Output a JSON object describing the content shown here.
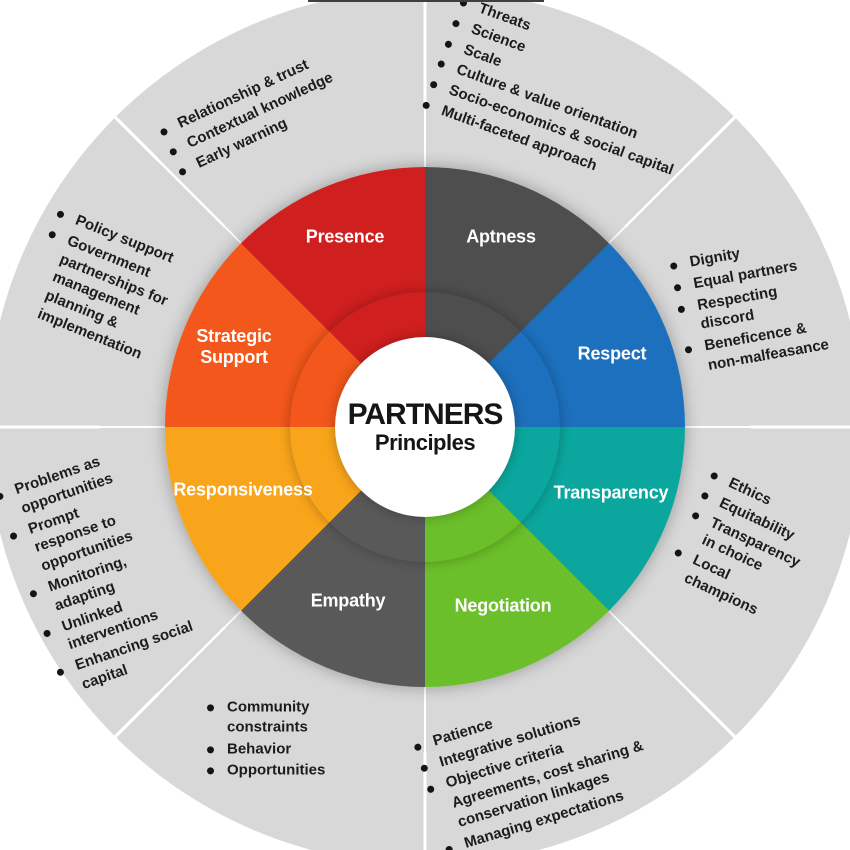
{
  "center": {
    "title": "PARTNERS",
    "subtitle": "Principles"
  },
  "colors": {
    "outer_ring": "#d8d8d8",
    "divider": "#ffffff",
    "background": "#ffffff",
    "note_text": "#1c1c1c",
    "label_text": "#ffffff"
  },
  "sectors": [
    {
      "label": "Aptness",
      "color": "#4e4e4e",
      "items": [
        {
          "text": "Threats",
          "bullet": true
        },
        {
          "text": "Science",
          "bullet": true
        },
        {
          "text": "Scale",
          "bullet": true
        },
        {
          "text": "Culture & value orientation",
          "bullet": true
        },
        {
          "text": "Socio-economics & social capital",
          "bullet": true
        },
        {
          "text": "Multi-faceted approach",
          "bullet": true
        }
      ]
    },
    {
      "label": "Respect",
      "color": "#1d70bd",
      "items": [
        {
          "text": "Dignity",
          "bullet": true
        },
        {
          "text": "Equal partners",
          "bullet": true
        },
        {
          "text": "Respecting\ndiscord",
          "bullet": true
        },
        {
          "text": "Beneficence &\nnon-malfeasance",
          "bullet": true
        }
      ]
    },
    {
      "label": "Transparency",
      "color": "#0ba79e",
      "items": [
        {
          "text": "Ethics",
          "bullet": true
        },
        {
          "text": "Equitability",
          "bullet": true
        },
        {
          "text": "Transparency\nin choice",
          "bullet": true
        },
        {
          "text": "Local\nchampions",
          "bullet": true
        }
      ]
    },
    {
      "label": "Negotiation",
      "color": "#6bbf2a",
      "items": [
        {
          "text": "Patience",
          "bullet": true
        },
        {
          "text": "Integrative solutions",
          "bullet": true
        },
        {
          "text": "Objective criteria",
          "bullet": true
        },
        {
          "text": "Agreements, cost sharing &\nconservation linkages",
          "bullet": false
        },
        {
          "text": "Managing expectations",
          "bullet": true
        }
      ]
    },
    {
      "label": "Empathy",
      "color": "#595959",
      "items": [
        {
          "text": "Community\nconstraints",
          "bullet": true
        },
        {
          "text": "Behavior",
          "bullet": true
        },
        {
          "text": "Opportunities",
          "bullet": true
        }
      ]
    },
    {
      "label": "Responsiveness",
      "color": "#f9a51b",
      "items": [
        {
          "text": "Problems as\nopportunities",
          "bullet": true
        },
        {
          "text": "Prompt\nresponse to\nopportunities",
          "bullet": true
        },
        {
          "text": "Monitoring,\nadapting",
          "bullet": true
        },
        {
          "text": "Unlinked\ninterventions",
          "bullet": true
        },
        {
          "text": "Enhancing social\ncapital",
          "bullet": true
        }
      ]
    },
    {
      "label": "Strategic Support",
      "color": "#f3571b",
      "items": [
        {
          "text": "Policy support",
          "bullet": true
        },
        {
          "text": "Government\npartnerships for\nmanagement\nplanning &\nimplementation",
          "bullet": true
        }
      ]
    },
    {
      "label": "Presence",
      "color": "#cf1f1f",
      "items": [
        {
          "text": "Relationship & trust",
          "bullet": true
        },
        {
          "text": "Contextual knowledge",
          "bullet": true
        },
        {
          "text": "Early warning",
          "bullet": true
        }
      ]
    }
  ]
}
